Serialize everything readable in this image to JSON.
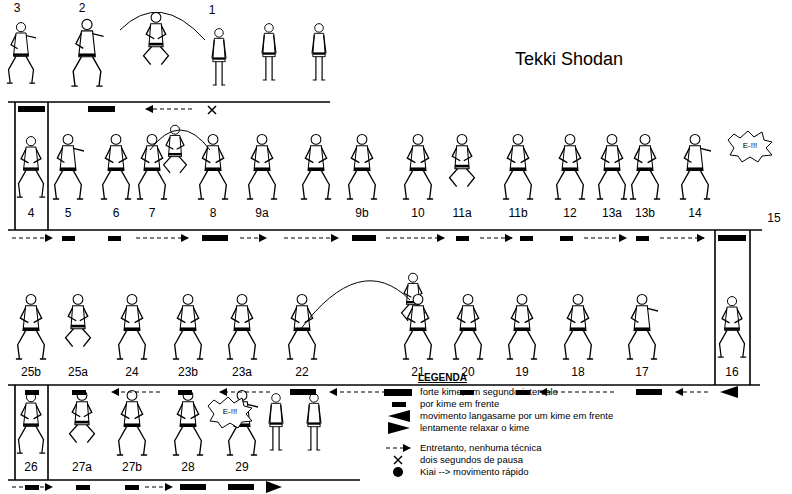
{
  "diagram": {
    "title": "Tekki Shodan",
    "labels": [
      "3",
      "2",
      "1",
      "4",
      "5",
      "6",
      "7",
      "8",
      "9a",
      "9b",
      "10",
      "11a",
      "11b",
      "12",
      "13a",
      "13b",
      "14",
      "15",
      "25b",
      "25a",
      "24",
      "23b",
      "23a",
      "22",
      "21",
      "20",
      "19",
      "18",
      "17",
      "16",
      "26",
      "27a",
      "27b",
      "28",
      "29",
      "E-!!!",
      "E-!!!",
      "LEGENDA"
    ],
    "legend": [
      {
        "text": "forte kime, um segundo intervalo"
      },
      {
        "text": "por kime em frente"
      },
      {
        "text": "movimento langasame por um kime em frente"
      },
      {
        "text": "lentamente relaxar o kime"
      },
      {
        "text": "Entretanto, nenhuma técnica"
      },
      {
        "text": "dois segundos de pausa"
      },
      {
        "text": "Kiai --> movimento rápido"
      }
    ]
  }
}
